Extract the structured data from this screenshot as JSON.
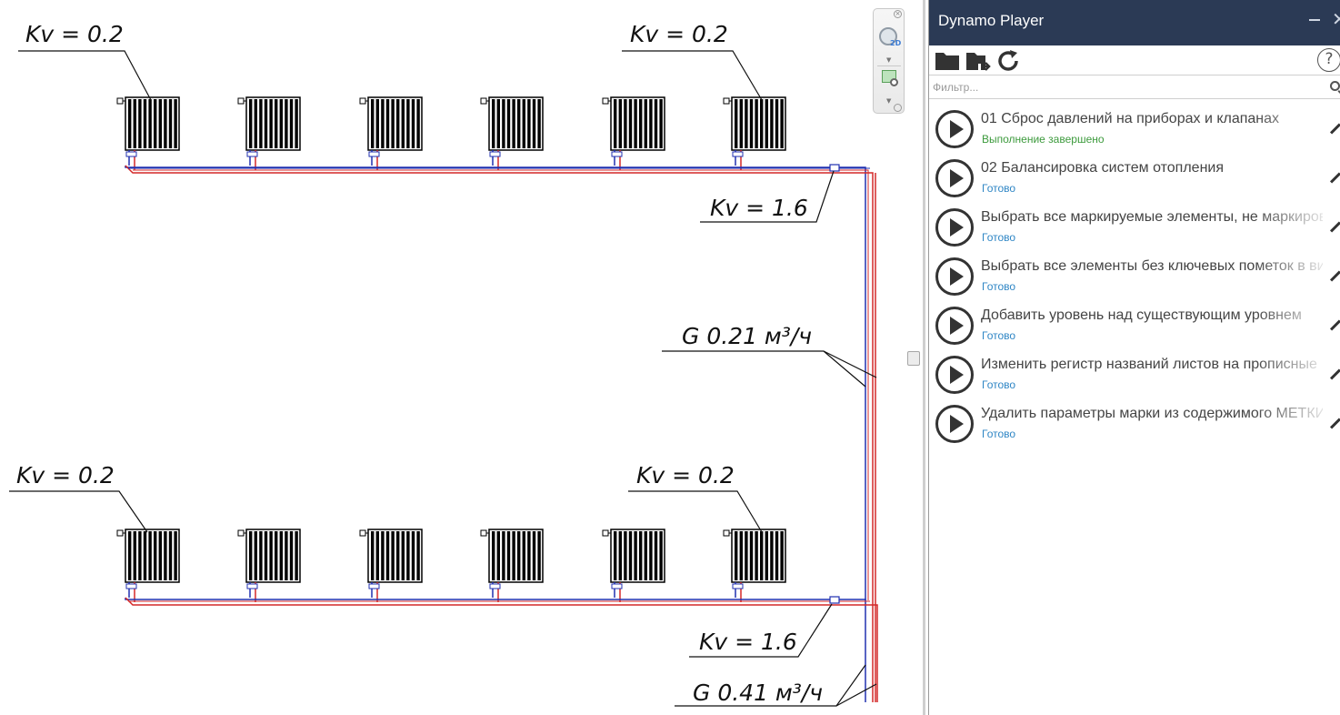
{
  "drawing": {
    "labels": {
      "kv_top_left": "Kv = 0.2",
      "kv_top_right": "Kv = 0.2",
      "kv_upper_valve": "Kv = 1.6",
      "flow_upper": "G 0.21 м³/ч",
      "kv_bottom_left": "Kv = 0.2",
      "kv_bottom_right": "Kv = 0.2",
      "kv_lower_valve": "Kv = 1.6",
      "flow_lower": "G 0.41 м³/ч"
    },
    "colors": {
      "supply_pipe": "#d42828",
      "return_pipe": "#2030b0",
      "radiator": "#000000"
    }
  },
  "navigation_bar": {
    "wheel_label": "2D"
  },
  "player": {
    "title": "Dynamo Player",
    "filter_placeholder": "Фильтр...",
    "help_label": "?",
    "scripts": [
      {
        "name": "01 Сброс давлений на приборах и клапанах",
        "status": "Выполнение завершено",
        "state": "done"
      },
      {
        "name": "02 Балансировка систем отопления",
        "status": "Готово",
        "state": "ready"
      },
      {
        "name": "Выбрать все маркируемые элементы, не маркированные",
        "status": "Готово",
        "state": "ready"
      },
      {
        "name": "Выбрать все элементы без ключевых пометок в виде",
        "status": "Готово",
        "state": "ready"
      },
      {
        "name": "Добавить уровень над существующим уровнем",
        "status": "Готово",
        "state": "ready"
      },
      {
        "name": "Изменить регистр названий листов на прописные",
        "status": "Готово",
        "state": "ready"
      },
      {
        "name": "Удалить параметры марки из содержимого МЕТКИ",
        "status": "Готово",
        "state": "ready"
      }
    ],
    "colors": {
      "title_bar": "#2b3a55",
      "status_ready": "#2f86c5",
      "status_done": "#3c9a3c"
    }
  }
}
